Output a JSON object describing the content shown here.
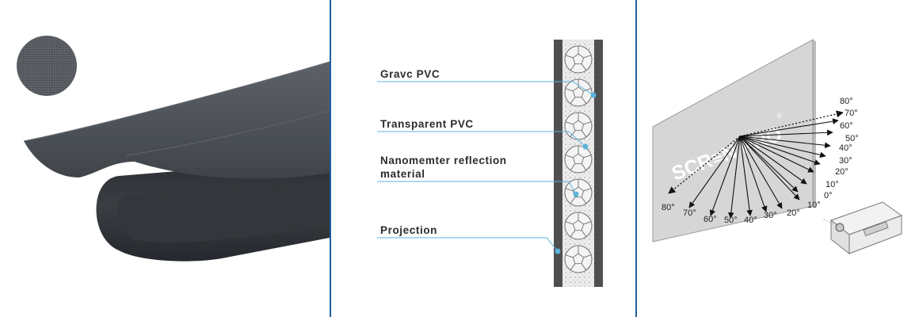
{
  "layers": {
    "items": [
      {
        "label": "Gravc PVC"
      },
      {
        "label": "Transparent PVC"
      },
      {
        "label": "Nanomemter reflection",
        "label2": "material"
      },
      {
        "label": "Projection"
      }
    ]
  },
  "screen": {
    "brand": "SCR≡N PRO",
    "registered": "®"
  },
  "angles": {
    "right_labels": [
      "80°",
      "70°",
      "60°",
      "50°",
      "40°",
      "30°",
      "20°",
      "10°",
      "0°"
    ],
    "bottom_labels": [
      "80°",
      "70°",
      "60°",
      "50°",
      "40°",
      "30°",
      "20°",
      "10°"
    ]
  },
  "colors": {
    "divider": "#1f5f9c",
    "leader_line": "#5bb4dc",
    "fabric": "#4c5158",
    "screen": "#d6d6d6"
  }
}
